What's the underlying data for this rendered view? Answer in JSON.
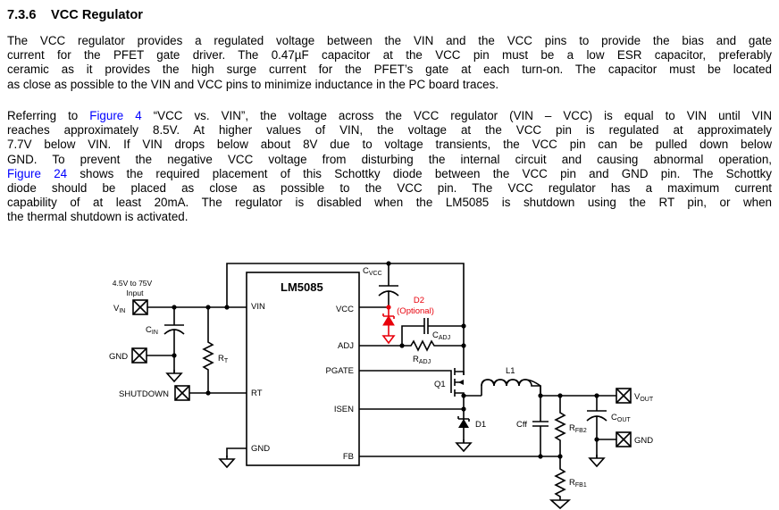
{
  "section": {
    "number": "7.3.6",
    "title": "VCC Regulator"
  },
  "paragraph1": {
    "lines": [
      "The VCC regulator provides a regulated voltage between the VIN and the VCC pins to provide the bias and gate",
      "current for the PFET gate driver. The 0.47µF capacitor at the VCC pin must be a low ESR capacitor, preferably",
      "ceramic as it provides the high surge current for the PFET’s gate at each turn-on. The capacitor must be located",
      "as close as possible to the VIN and VCC pins to minimize inductance in the PC board traces."
    ]
  },
  "paragraph2": {
    "line1_pre": "Referring to ",
    "line1_link": "Figure 4",
    "line1_post": " “VCC vs. VIN”, the voltage across the VCC regulator (VIN – VCC) is equal to VIN until VIN",
    "line2": "reaches approximately 8.5V. At higher values of VIN, the voltage at the VCC pin is regulated at approximately",
    "line3": "7.7V below VIN. If VIN drops below about 8V due to voltage transients, the VCC pin can be pulled down below",
    "line4": "GND. To prevent the negative VCC voltage from disturbing the internal circuit and causing abnormal operation,",
    "line5_link": "Figure 24",
    "line5_post": " shows the required placement of this Schottky diode between the VCC pin and GND pin. The Schottky",
    "line6": "diode should be placed as close as possible to the VCC pin. The VCC regulator has a maximum current",
    "line7": "capability of at least 20mA. The regulator is disabled when the LM5085 is shutdown using the RT pin, or when",
    "line8": "the thermal shutdown is activated."
  },
  "schematic": {
    "ic_name": "LM5085",
    "pins_left": [
      "VIN",
      "RT",
      "GND"
    ],
    "pins_right": [
      "VCC",
      "ADJ",
      "PGATE",
      "ISEN",
      "FB"
    ],
    "input_range": "4.5V to 75V",
    "input_label": "Input",
    "terminals": {
      "vin": {
        "main": "V",
        "sub": "IN"
      },
      "gnd_in": "GND",
      "shutdown": "SHUTDOWN",
      "vout": {
        "main": "V",
        "sub": "OUT"
      },
      "gnd_out": "GND"
    },
    "components": {
      "cin": {
        "main": "C",
        "sub": "IN"
      },
      "rt": {
        "main": "R",
        "sub": "T"
      },
      "cvcc": {
        "main": "C",
        "sub": "VCC"
      },
      "d2": "D2",
      "d2_note": "(Optional)",
      "cadj": {
        "main": "C",
        "sub": "ADJ"
      },
      "radj": {
        "main": "R",
        "sub": "ADJ"
      },
      "q1": "Q1",
      "l1": "L1",
      "d1": "D1",
      "cff": "Cff",
      "rfb2": {
        "main": "R",
        "sub": "FB2"
      },
      "rfb1": {
        "main": "R",
        "sub": "FB1"
      },
      "cout": {
        "main": "C",
        "sub": "OUT"
      }
    },
    "colors": {
      "wire": "#000000",
      "optional": "#e8000b",
      "link": "#0000ff"
    }
  }
}
